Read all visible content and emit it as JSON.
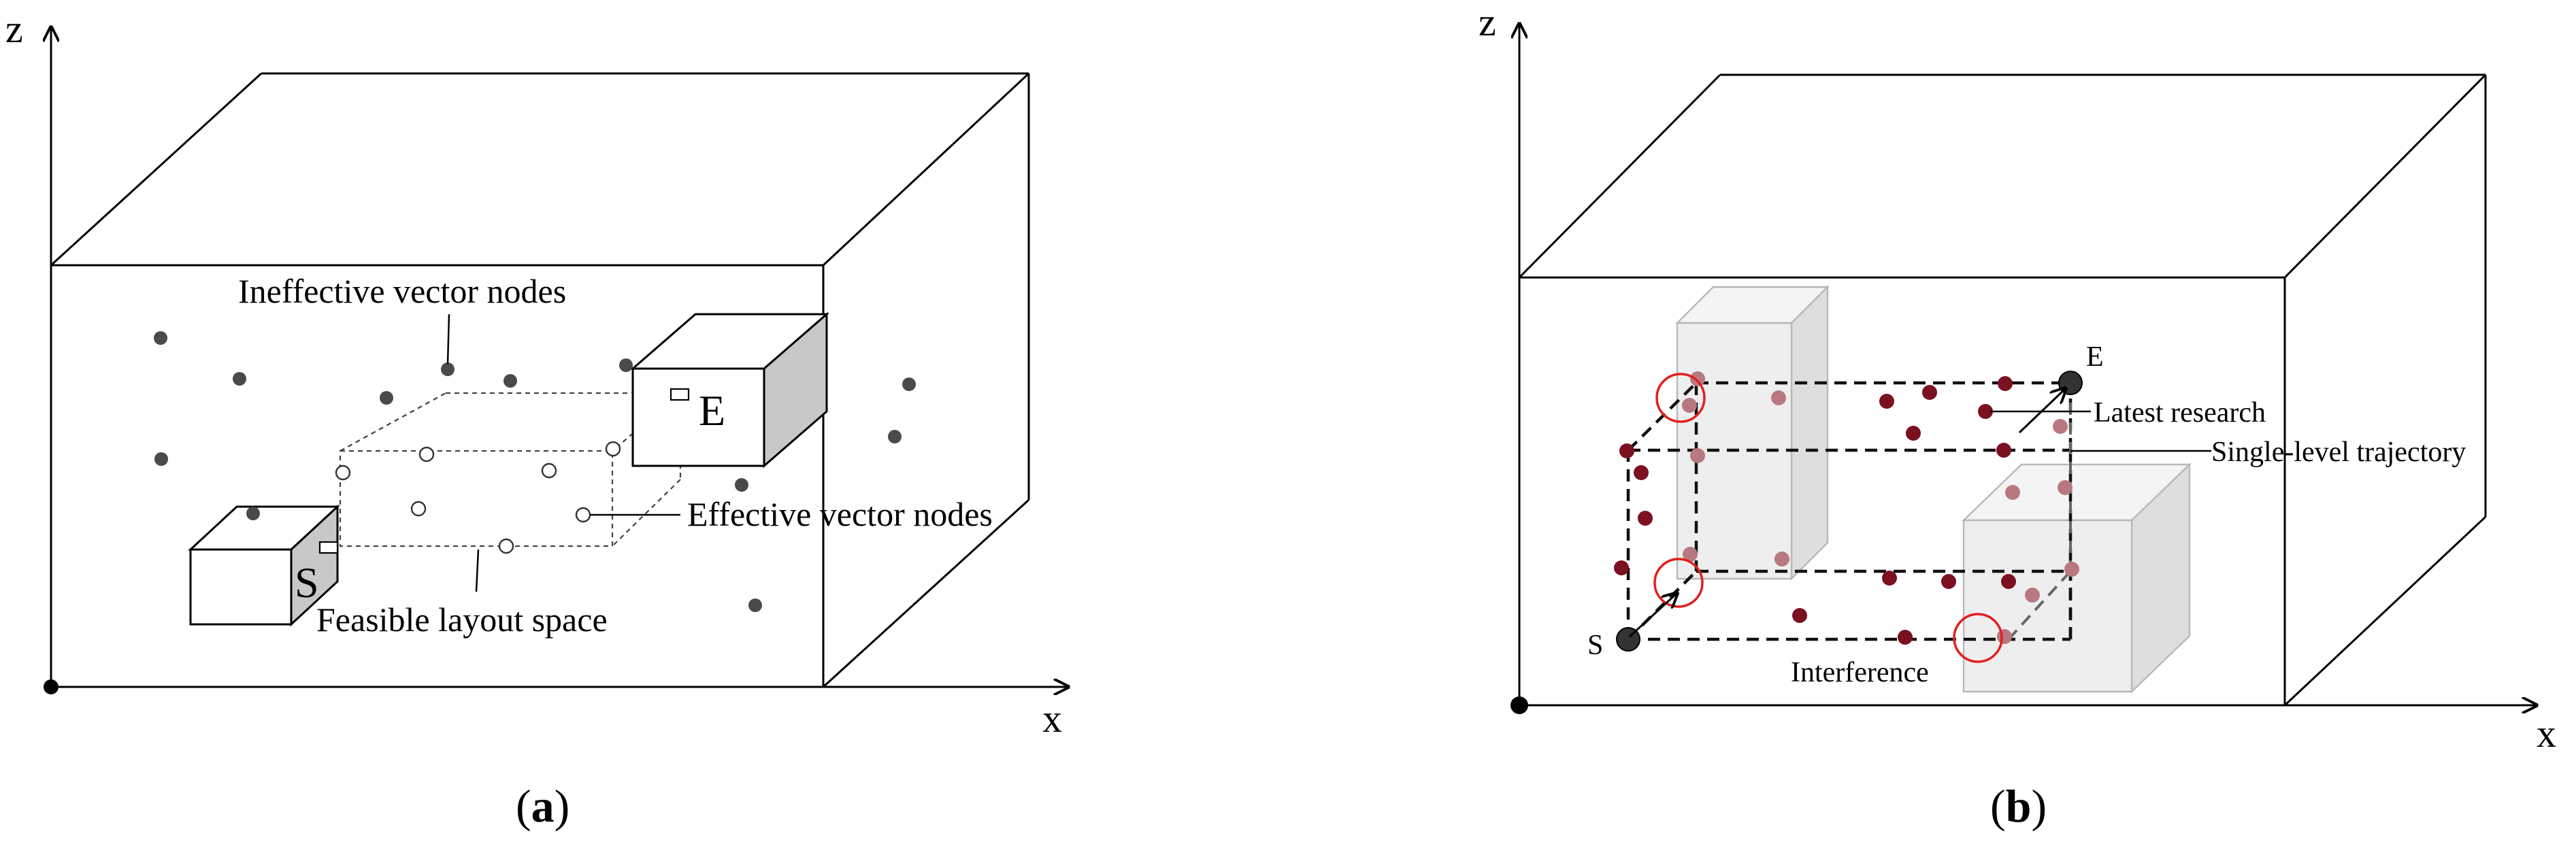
{
  "panel_a": {
    "axis_z": "z",
    "axis_x": "x",
    "label_ineffective": "Ineffective vector nodes",
    "label_effective": "Effective vector nodes",
    "label_feasible": "Feasible layout space",
    "label_E": "E",
    "label_S": "S",
    "caption_open": "(",
    "caption_letter": "a",
    "caption_close": ")"
  },
  "panel_b": {
    "axis_z": "z",
    "axis_x": "x",
    "label_E": "E",
    "label_S": "S",
    "label_latest": "Latest research",
    "label_single": "Single-level trajectory",
    "label_interference": "Interference",
    "caption_open": "(",
    "caption_letter": "b",
    "caption_close": ")"
  },
  "colors": {
    "line": "#000000",
    "ineffective_node": "#4a4a4a",
    "node_dark_red": "#7a1020",
    "node_pink": "#b87880",
    "interference_circle": "#e02020",
    "obstacle_fill": "#eeeeee",
    "block_side": "#c8c8c8"
  },
  "icons": {
    "origin": "filled-dot",
    "ineffective_node": "filled-gray-dot",
    "effective_node": "hollow-dot",
    "start_end_node": "filled-black-dot"
  }
}
